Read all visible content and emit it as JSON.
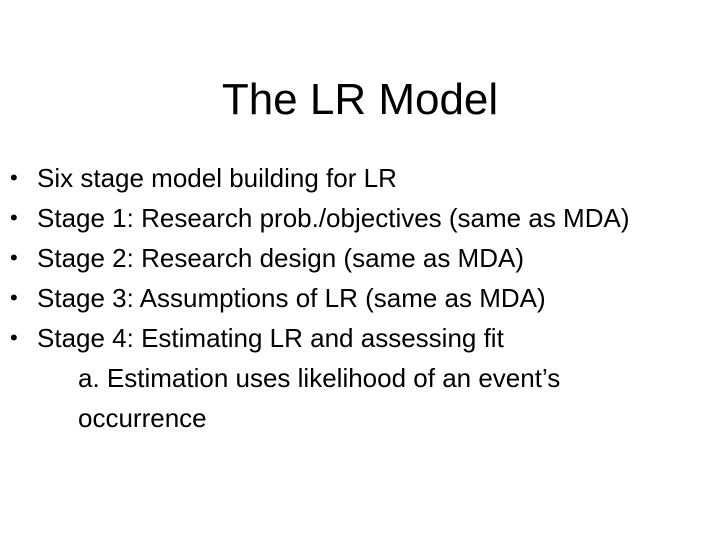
{
  "slide": {
    "title": "The LR Model",
    "background_color": "#ffffff",
    "text_color": "#000000",
    "bullet_glyph": "•",
    "bullets": [
      {
        "marker": "•",
        "text": "Six stage model building for LR"
      },
      {
        "marker": "•",
        "text": "Stage 1: Research prob./objectives (same as MDA)"
      },
      {
        "marker": "•",
        "text": "Stage 2: Research design (same as MDA)"
      },
      {
        "marker": "•",
        "text": "Stage 3: Assumptions of LR (same as MDA)"
      },
      {
        "marker": "•",
        "text": "Stage 4: Estimating LR and assessing fit"
      }
    ],
    "sub_items": [
      {
        "line1": "a. Estimation uses likelihood of an event’s",
        "line2": "occurrence"
      }
    ]
  }
}
